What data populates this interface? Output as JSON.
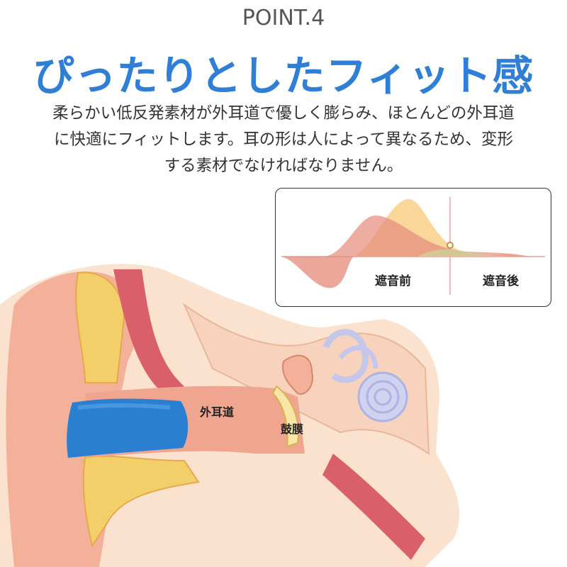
{
  "point_label": "POINT.4",
  "headline": "ぴったりとしたフィット感",
  "body_lines": [
    "柔らかい低反発素材が外耳道で優しく膨らみ、ほとんどの外耳道",
    "に快適にフィットします。耳の形は人によって異なるため、変形",
    "する素材でなければなりません。"
  ],
  "graph": {
    "before_label": "遮音前",
    "after_label": "遮音後"
  },
  "diagram_labels": {
    "ear_canal": "外耳道",
    "eardrum": "鼓膜"
  },
  "colors": {
    "headline": "#2f7fd6",
    "earplug": "#2a7fd0",
    "skin": "#f0a58f",
    "cartilage": "#f3cf6a"
  }
}
